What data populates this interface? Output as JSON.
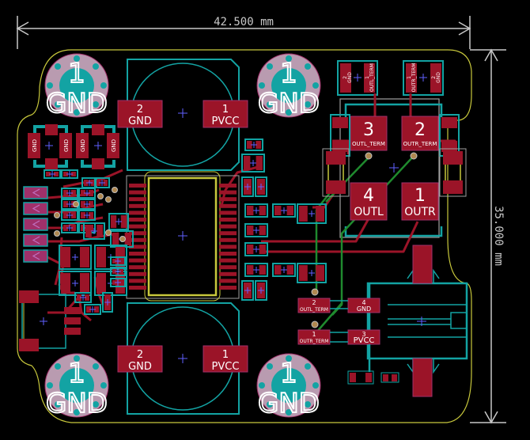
{
  "app": "PCB layout viewer",
  "colors": {
    "background": "#000000",
    "copper_front": "#9b1428",
    "copper_back": "#1f8a2e",
    "silkscreen": "#13a3a3",
    "courtyard": "#a0a0a0",
    "edge_cuts": "#c8c83c",
    "dimension": "#c8c8c8",
    "mounting_pad": "#b99bb0",
    "anchor": "#6060ff"
  },
  "dimensions": {
    "width_label": "42.500 mm",
    "height_label": "35.000 mm"
  },
  "mounting_holes": [
    {
      "pin": "1",
      "net": "GND",
      "corner": "top-left"
    },
    {
      "pin": "1",
      "net": "GND",
      "corner": "top-right"
    },
    {
      "pin": "1",
      "net": "GND",
      "corner": "bottom-left"
    },
    {
      "pin": "1",
      "net": "GND",
      "corner": "bottom-right"
    }
  ],
  "capacitors": [
    {
      "position": "top",
      "pads": [
        {
          "num": "2",
          "net": "GND"
        },
        {
          "num": "1",
          "net": "PVCC"
        }
      ]
    },
    {
      "position": "bottom",
      "pads": [
        {
          "num": "2",
          "net": "GND"
        },
        {
          "num": "1",
          "net": "PVCC"
        }
      ]
    }
  ],
  "small_caps_left": [
    {
      "pads": [
        {
          "num": "2",
          "net": "GND"
        },
        {
          "num": "2",
          "net": "GND"
        }
      ]
    },
    {
      "pads": [
        {
          "num": "2",
          "net": "GND"
        },
        {
          "num": "2",
          "net": "GND"
        }
      ]
    }
  ],
  "term_connectors": [
    {
      "left": {
        "num": "2",
        "net": "GND"
      },
      "right": {
        "num": "1",
        "net": "OUTL_TERM"
      }
    },
    {
      "left": {
        "num": "1",
        "net": "OUTR_TERM"
      },
      "right": {
        "num": "2",
        "net": "GND"
      }
    }
  ],
  "output_pads": [
    {
      "num": "3",
      "net": "OUTL_TERM"
    },
    {
      "num": "2",
      "net": "OUTR_TERM"
    },
    {
      "num": "4",
      "net": "OUTL"
    },
    {
      "num": "1",
      "net": "OUTR"
    }
  ],
  "jack_pads": [
    {
      "num": "2",
      "net": "OUTL_TERM"
    },
    {
      "num": "4",
      "net": "GND"
    },
    {
      "num": "1",
      "net": "OUTR_TERM"
    },
    {
      "num": "3",
      "net": "PVCC"
    }
  ]
}
